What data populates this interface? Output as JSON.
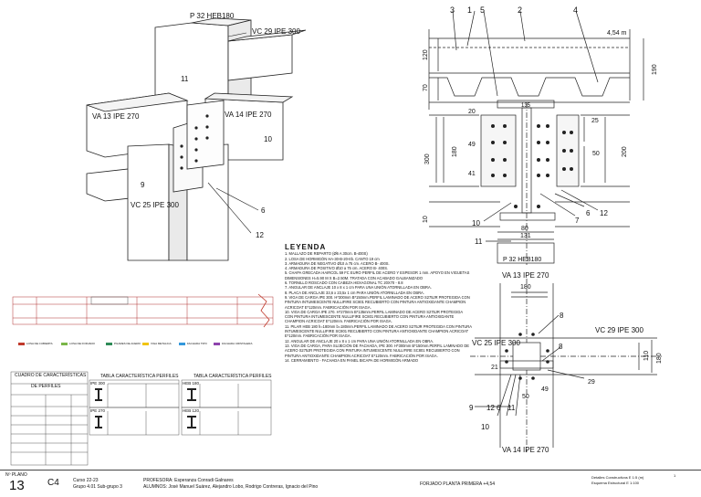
{
  "iso_view": {
    "top_beam": "P 32 HEB180",
    "vc29": "VC 29 IPE 300",
    "va13": "VA 13 IPE 270",
    "va14": "VA 14 IPE 270",
    "vc25": "VC 25 IPE 300",
    "n11": "11",
    "n10": "10",
    "n9": "9",
    "n6": "6",
    "n12": "12"
  },
  "section_view": {
    "callouts": [
      "3",
      "1",
      "5",
      "2",
      "4"
    ],
    "level": "4,54 m",
    "dim_120": "120",
    "dim_70": "70",
    "dim_190": "190",
    "dim_135": "135",
    "dim_20": "20",
    "dim_25": "25",
    "dim_49": "49",
    "dim_180": "180",
    "dim_41": "41",
    "dim_300": "300",
    "dim_50": "50",
    "dim_200": "200",
    "dim_10": "10",
    "dim_80": "80",
    "dim_131": "131",
    "n10": "10",
    "n7": "7",
    "n6": "6",
    "n12": "12",
    "n11": "11",
    "column_label": "P 32 HEB180"
  },
  "plan_view": {
    "top_label": "VA 13 IPE 270",
    "right_label": "VC 29 IPE 300",
    "left_label": "VC 25 IPE 300",
    "bottom_label": "VA 14 IPE 270",
    "dim_180_top": "180",
    "dim_110": "110",
    "dim_180_right": "180",
    "dim_29": "29",
    "dim_49": "49",
    "dim_21": "21",
    "dim_50": "50",
    "n8": "8",
    "n9": "9",
    "n12": "12",
    "n6": "6",
    "n11": "11",
    "n10": "10",
    "n8b": "8"
  },
  "legend": {
    "title": "LEYENDA",
    "items": [
      "1.      MALLAZO DE REPARTO (Ø6 A 30cm. B-400S)",
      "2.      LOSA DE HORMIGÓN HA-30-B-20-IIb. CANTO 19 cm",
      "3.      ARMADURA DE NEGATIVO Ø10 a 75 cm. ACERO B- 400S.",
      "4.      ARMADURA DE POSITIVO Ø10 a 75 cm. ACERO B- 400S.",
      "5.      CHAPA GRECADA HAIRCOL 59 FC EURO PERFIL DE ACERO Y ESPESOR 1 mm. APOYO EN VIGUETAS DIMENSIONES H=5.90 M X B=2.50M. TRATADA CON ACABADO GALBANIZADO",
      "6.      TORNILLO ROSCADO CON CABEZA HEXAGONAL TC 20X70 - 8.8",
      "7.      ANGULAR DE ANCLAJE 10 x 8 x 1 cm PARA UNA UNIÓN ATORNILLADA EN OBRA.",
      "8.      PLACA DE ANCLAJE 33,6 x 23,5x 1 cm PARA UNIÓN ATORNILLADA EN OBRA.",
      "9.      VIGA DE CARGA IPE 300. H*300mm B*150mm.PERFIL LAMINADO DE ACERO S275JR PROTEGIDA CON PINTURA INTUMESCENTE NULLIFIRE SC801 RECUBIERTO CON PINTURA ANTIOXIDANTE CHAMPION ACRICOAT E*120mm. FABRICACIÓN POR ISAGA.",
      "10.     VIGA DE CARGA IPE 270. H*270mm B*135mm.PERFIL LAMINADO DE ACERO S275JR PROTEGIDA CON PINTURA INTUMESCENTE NULLIFIRE SC801 RECUBIERTO CON PINTURA ANTIOXIDANTE CHAMPION ACRICOAT E*120mm. FABRICACIÓN POR ISAGA.",
      "11.     PILAR HEB 180 h=180mm b=180mm.PERFIL LAMINADO DE ACERO S275JR PROTEGIDA CON PINTURA INTUMESCENTE NULLIFIRE SC801 RECUBIERTO CON PINTURA ANTIOXIDANTE CHAMPION ACRICOAT E*120mm. FABRICACIÓN POR ISAGA.",
      "12.     ANGULAR DE ANCLAJE 20 x 8 x 1 cm PARA UNA UNIÓN ATORNILLADA EN OBRA.",
      "13.     VIGA DE CARGA, PARA SUJECIÓN DE FACHADA, IPE 300. H*300mm B*150mm.PERFIL LAMINADO DE ACERO S275JR PROTEGIDA CON PINTURA INTUMESCENTE NULLIFIRE SC801 RECUBIERTO CON PINTURA ANTIOXIDANTE CHAMPION ACRICOAT E*120mm. FABRICACIÓN POR ISAGA.",
      "14.     CERRAMIENTO - FACHADA EN PANEL BICAPA DE HORMIGÓN ARMADO"
    ]
  },
  "materials": {
    "items": [
      {
        "label": "LOSA DE CUBIERTA",
        "color": "#c0392b"
      },
      {
        "label": "LOSA DE FORJADO",
        "color": "#7ab648"
      },
      {
        "label": "PILARES DE ACERO",
        "color": "#2e8b57"
      },
      {
        "label": "VIGA METALICA",
        "color": "#f1c40f"
      },
      {
        "label": "FACHADA TIPO",
        "color": "#3498db"
      },
      {
        "label": "FACHADA CRISTALERA",
        "color": "#8e44ad"
      }
    ]
  },
  "tables": {
    "t1_title": "CUADRO DE CARACTERÍSTICAS",
    "t1_sub": "DE PERFILES",
    "t2_title": "TABLA CARACTERÍSTICA PERFILES",
    "t3_title": "TABLA CARACTERÍSTICA PERFILES",
    "ipe300": "IPE 300",
    "ipe270": "IPE 270",
    "heb180": "HEB 180",
    "heb120": "HEB 120"
  },
  "footer": {
    "plan_label": "Nº PLANO",
    "plan_no": "13",
    "code": "C4",
    "curso": "Curso 22-23",
    "grupo": "Grupo 4.01  Sub-grupo 3",
    "profesora": "PROFESORA: Esperanza Conradi Galnares",
    "alumnos": "ALUMNOS: José Manuel Suárez, Alejandro Lobo, Rodrigo Contreras, Ignacio del Pino",
    "title": "FORJADO PLANTA PRIMERA +4,54",
    "scale1": "Detalles Constructivos  E 1:5  (m)",
    "scale2": "Esquema Estructural  E 1:100",
    "corner": "1"
  }
}
